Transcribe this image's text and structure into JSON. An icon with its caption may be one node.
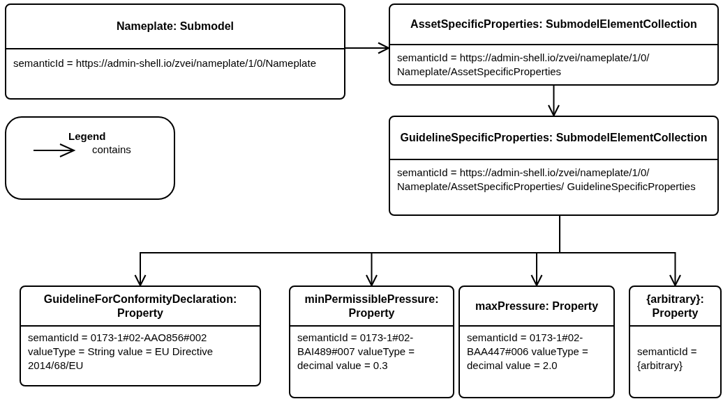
{
  "diagram": {
    "nodes": [
      {
        "text": [
          "Nameplate: Submodel",
          "semanticId = https://admin-shell.io/zvei/nameplate/1/0/Nameplate"
        ]
      },
      {
        "text": [
          "AssetSpecificProperties: SubmodelElementCollection",
          "semanticId = https://admin-shell.io/zvei/nameplate/1/0/ Nameplate/AssetSpecificProperties"
        ]
      },
      {
        "text": [
          "GuidelineSpecificProperties: SubmodelElementCollection",
          "semanticId = https://admin-shell.io/zvei/nameplate/1/0/ Nameplate/AssetSpecificProperties/ GuidelineSpecificProperties"
        ]
      },
      {
        "text": [
          "GuidelineForConformityDeclaration: Property",
          "semanticId = 0173-1#02-AAO856#002 valueType = String value = EU Directive 2014/68/EU"
        ]
      },
      {
        "text": [
          "minPermissiblePressure: Property",
          "semanticId = 0173-1#02-BAI489#007 valueType = decimal value = 0.3"
        ]
      },
      {
        "text": [
          "maxPressure: Property",
          "semanticId = 0173-1#02-BAA447#006 valueType = decimal value = 2.0"
        ]
      },
      {
        "text": [
          "{arbitrary}: Property",
          "semanticId = {arbitrary}"
        ]
      }
    ],
    "edges": [
      {
        "from": 0,
        "to": 1,
        "arrow": "to"
      },
      {
        "from": 1,
        "to": 2,
        "arrow": "to"
      },
      {
        "from": 2,
        "to": 3,
        "arrow": "to"
      },
      {
        "from": 2,
        "to": 4,
        "arrow": "to"
      },
      {
        "from": 2,
        "to": 5,
        "arrow": "to"
      },
      {
        "from": 2,
        "to": 6,
        "arrow": "to"
      }
    ],
    "labels": [
      "Legend"
    ],
    "legend": [
      {
        "text": "contains"
      }
    ]
  }
}
